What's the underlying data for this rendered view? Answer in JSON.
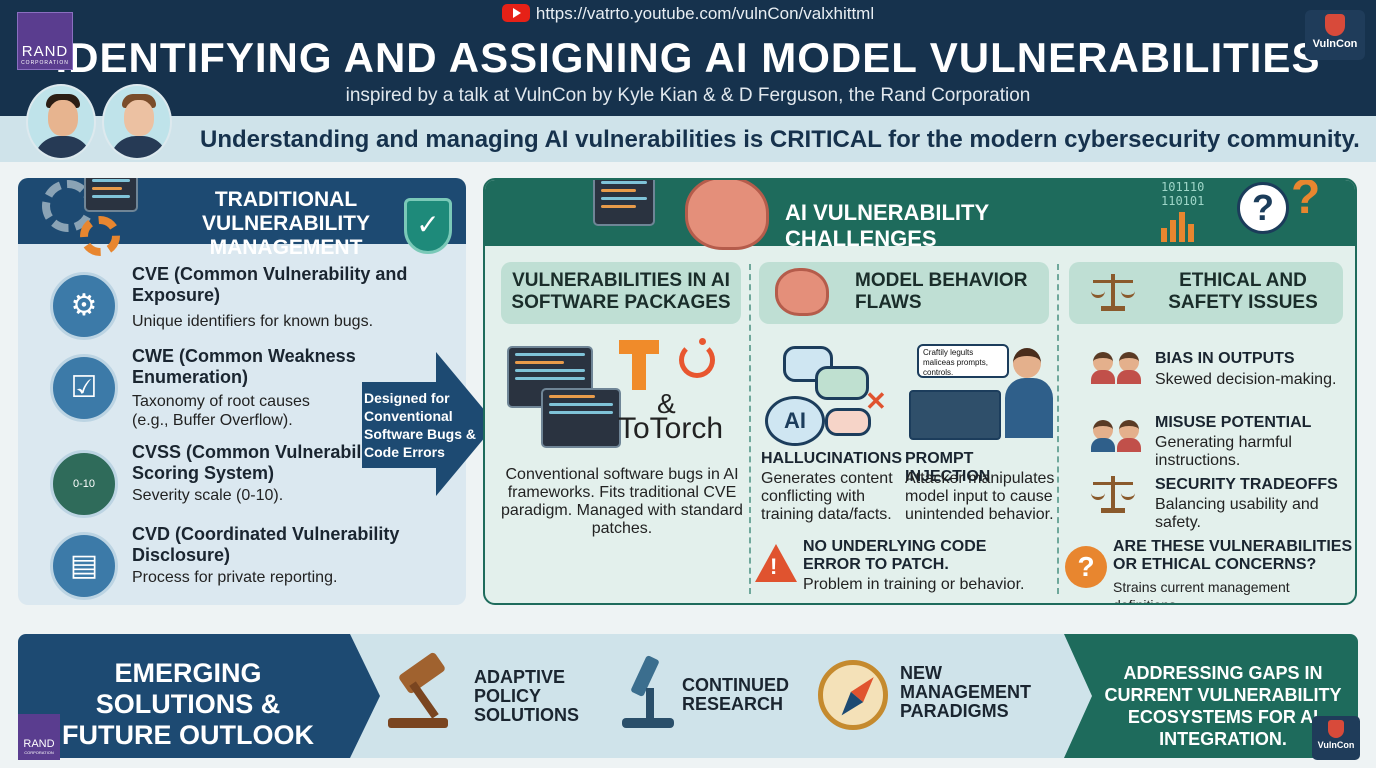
{
  "header": {
    "url": "https://vatrto.youtube.com/vulnCon/valxhittml",
    "title": "IDENTIFYING AND ASSIGNING AI MODEL VULNERABILITIES",
    "subtitle": "inspired by a talk at VulnCon by Kyle Kian & & D Ferguson, the Rand Corporation",
    "rand_logo": "RAND",
    "rand_logo_sub": "CORPORATION",
    "vulncon_logo": "VulnCon"
  },
  "banner": "Understanding and managing AI vulnerabilities is CRITICAL for the modern cybersecurity community.",
  "traditional": {
    "title": "TRADITIONAL VULNERABILITY MANAGEMENT",
    "items": [
      {
        "title": "CVE (Common Vulnerability and Exposure)",
        "desc": "Unique identifiers for known bugs.",
        "icon": "gear-icon"
      },
      {
        "title": "CWE (Common Weakness Enumeration)",
        "desc": "Taxonomy of root causes (e.g., Buffer Overflow).",
        "icon": "clipboard-icon"
      },
      {
        "title": "CVSS (Common Vulnerability Scoring System)",
        "desc": "Severity scale (0-10).",
        "icon": "gauge-icon",
        "gauge_label": "0-10"
      },
      {
        "title": "CVD (Coordinated Vulnerability Disclosure)",
        "desc": "Process for private reporting.",
        "icon": "document-shield-icon"
      }
    ],
    "arrow_label": "Designed for Conventional Software Bugs & Code Errors"
  },
  "ai_challenges": {
    "title": "AI VULNERABILITY CHALLENGES",
    "binary": [
      "101110",
      "110101"
    ],
    "columns": [
      {
        "title": "VULNERABILITIES IN AI SOFTWARE PACKAGES",
        "amp": "&",
        "framework": "ToTorch",
        "desc": "Conventional software bugs in AI frameworks. Fits traditional CVE paradigm. Managed with standard patches."
      },
      {
        "title": "MODEL BEHAVIOR FLAWS",
        "ai_label": "AI",
        "speech": "Craftily legults maliceas prompts, controls.",
        "hallucinations_title": "HALLUCINATIONS",
        "hallucinations_desc": "Generates content conflicting with training data/facts.",
        "injection_title": "PROMPT INJECTION",
        "injection_desc": "Attacker manipulates model input to cause unintended behavior.",
        "note_title": "NO UNDERLYING CODE ERROR TO PATCH.",
        "note_desc": "Problem in training or behavior."
      },
      {
        "title": "ETHICAL AND SAFETY ISSUES",
        "items": [
          {
            "title": "BIAS IN OUTPUTS",
            "desc": "Skewed decision-making."
          },
          {
            "title": "MISUSE POTENTIAL",
            "desc": "Generating harmful instructions."
          },
          {
            "title": "SECURITY TRADEOFFS",
            "desc": "Balancing usability and safety."
          }
        ],
        "question_title": "ARE THESE VULNERABILITIES OR ETHICAL CONCERNS?",
        "question_desc": "Strains current management definitions."
      }
    ]
  },
  "bottom": {
    "title": "EMERGING SOLUTIONS & FUTURE OUTLOOK",
    "steps": [
      {
        "label": "ADAPTIVE POLICY SOLUTIONS",
        "icon": "gavel-icon"
      },
      {
        "label": "CONTINUED RESEARCH",
        "icon": "microscope-icon"
      },
      {
        "label": "NEW MANAGEMENT PARADIGMS",
        "icon": "compass-icon"
      }
    ],
    "conclusion": "ADDRESSING GAPS IN CURRENT VULNERABILITY ECOSYSTEMS FOR AI INTEGRATION."
  },
  "colors": {
    "navy": "#16324d",
    "blue": "#1d4a72",
    "teal": "#1e6b5c",
    "orange": "#e8862f",
    "red": "#e0532f"
  }
}
